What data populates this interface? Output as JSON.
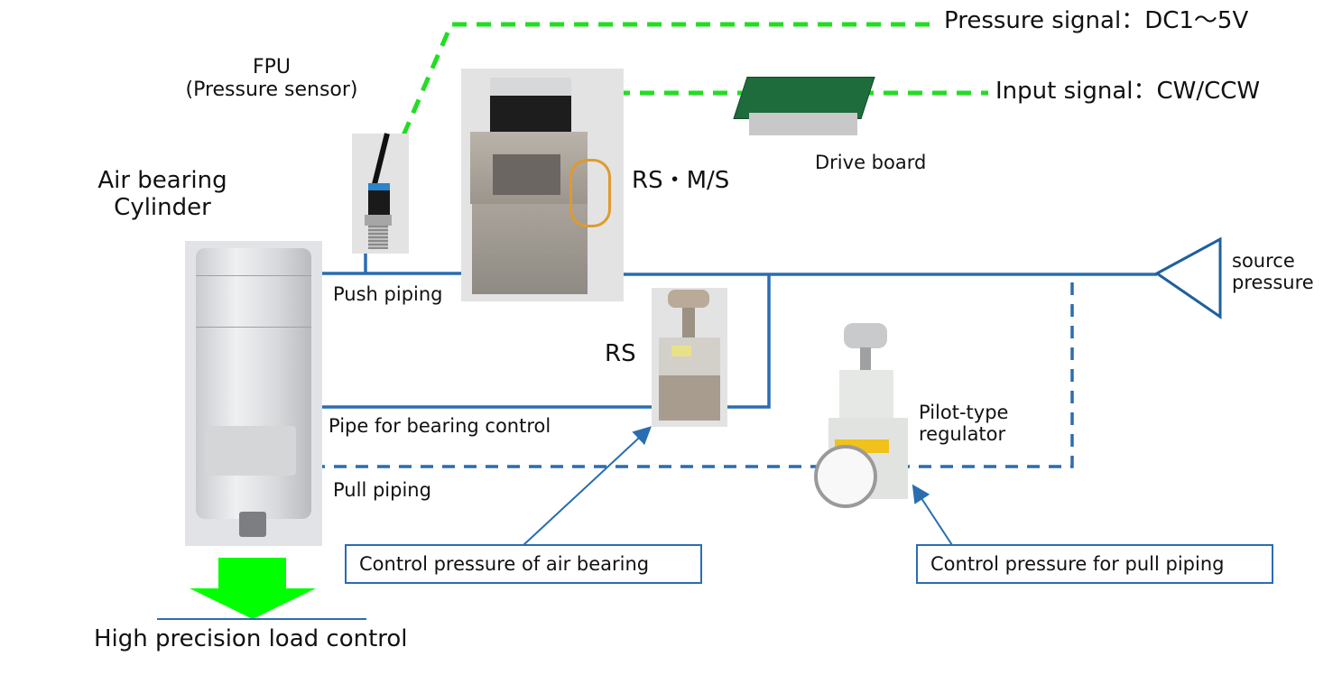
{
  "diagram": {
    "title_labels": {
      "pressure_signal": "Pressure signal：DC1～5V",
      "input_signal": "Input signal：CW/CCW"
    },
    "components": {
      "fpu": {
        "name": "FPU",
        "desc": "(Pressure sensor)"
      },
      "cylinder": {
        "line1": "Air bearing",
        "line2": "Cylinder"
      },
      "rs_ms": {
        "name": "RS・M/S"
      },
      "drive_board": {
        "name": "Drive board"
      },
      "rs": {
        "name": "RS"
      },
      "pilot_regulator": {
        "line1": "Pilot-type",
        "line2": "regulator"
      },
      "source": {
        "line1": "source",
        "line2": "pressure"
      }
    },
    "pipes": {
      "push": "Push piping",
      "bearing": "Pipe for bearing control",
      "pull": "Pull piping"
    },
    "callouts": {
      "air_bearing": "Control pressure of air bearing",
      "pull_piping": "Control pressure for pull piping"
    },
    "result": "High precision load control",
    "colors": {
      "signal_line": "#22dd22",
      "pipe_line": "#2a6db1",
      "arrow_green": "#00ff00"
    }
  }
}
